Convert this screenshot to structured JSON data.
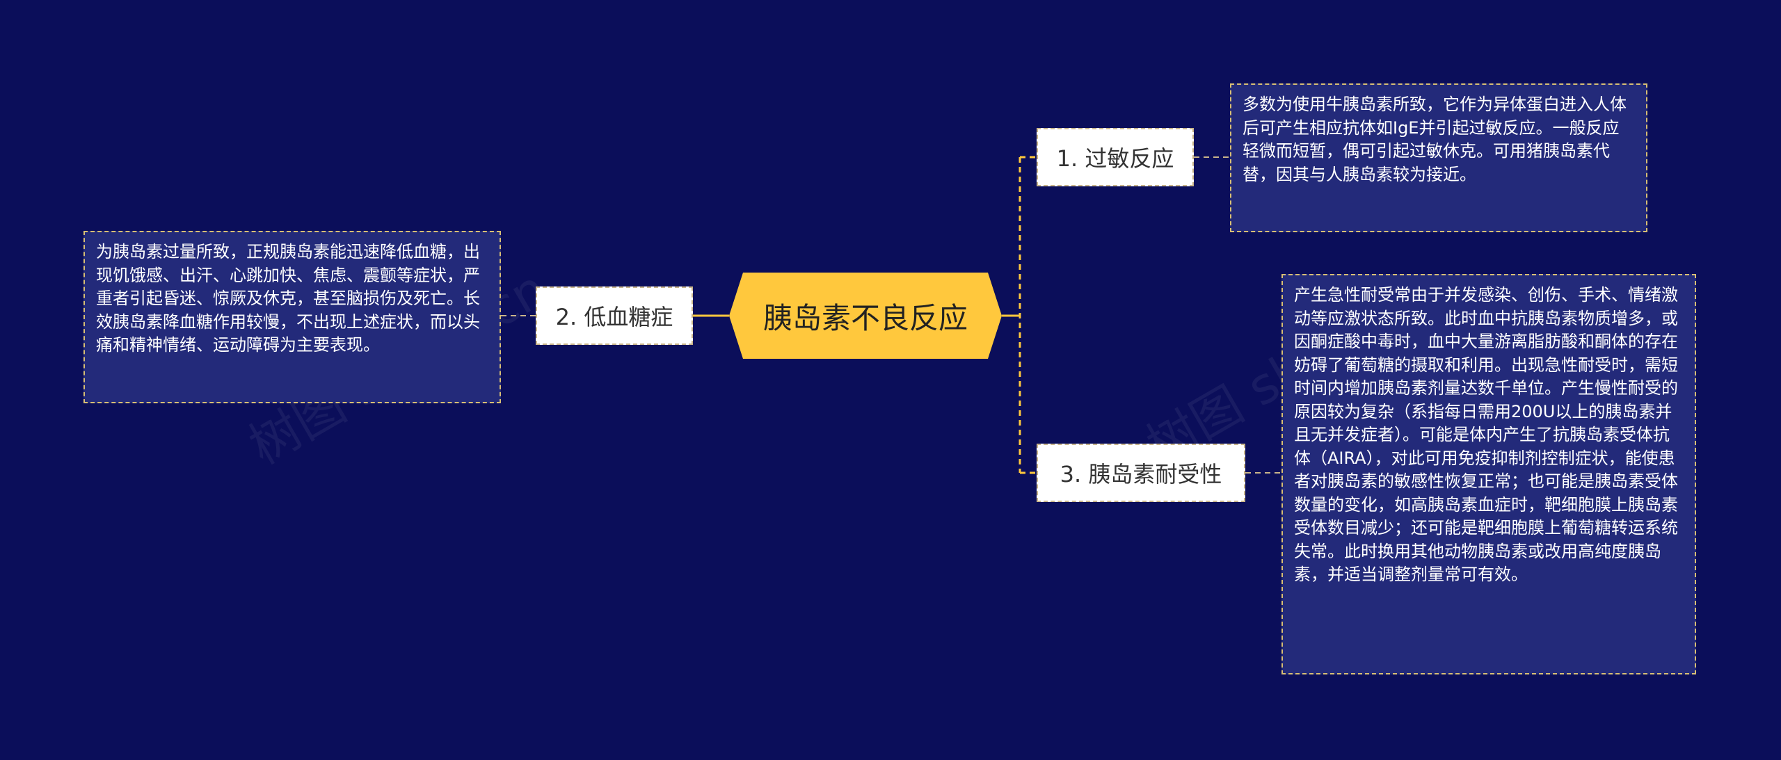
{
  "root": {
    "label": "胰岛素不良反应"
  },
  "branches": [
    {
      "id": "allergy",
      "label": "1. 过敏反应",
      "detail": "多数为使用牛胰岛素所致，它作为异体蛋白进入人体后可产生相应抗体如IgE并引起过敏反应。一般反应轻微而短暂，偶可引起过敏休克。可用猪胰岛素代替，因其与人胰岛素较为接近。"
    },
    {
      "id": "hypoglycemia",
      "label": "2. 低血糖症",
      "detail": "为胰岛素过量所致，正规胰岛素能迅速降低血糖，出现饥饿感、出汗、心跳加快、焦虑、震颤等症状，严重者引起昏迷、惊厥及休克，甚至脑损伤及死亡。长效胰岛素降血糖作用较慢，不出现上述症状，而以头痛和精神情绪、运动障碍为主要表现。"
    },
    {
      "id": "resistance",
      "label": "3. 胰岛素耐受性",
      "detail": "产生急性耐受常由于并发感染、创伤、手术、情绪激动等应激状态所致。此时血中抗胰岛素物质增多，或因酮症酸中毒时，血中大量游离脂肪酸和酮体的存在妨碍了葡萄糖的摄取和利用。出现急性耐受时，需短时间内增加胰岛素剂量达数千单位。产生慢性耐受的原因较为复杂（系指每日需用200U以上的胰岛素并且无并发症者）。可能是体内产生了抗胰岛素受体抗体（AIRA），对此可用免疫抑制剂控制症状，能使患者对胰岛素的敏感性恢复正常；也可能是胰岛素受体数量的变化，如高胰岛素血症时，靶细胞膜上胰岛素受体数目减少；还可能是靶细胞膜上葡萄糖转运系统失常。此时换用其他动物胰岛素或改用高纯度胰岛素，并适当调整剂量常可有效。"
    }
  ],
  "watermarks": [
    "树图 shutu.cn",
    "树图 shutu.cn"
  ],
  "colors": {
    "background": "#0b0e5a",
    "root_fill": "#ffc83d",
    "connector": "#ffc83d",
    "detail_fill": "#232a7a",
    "detail_border": "#d8bf74"
  }
}
